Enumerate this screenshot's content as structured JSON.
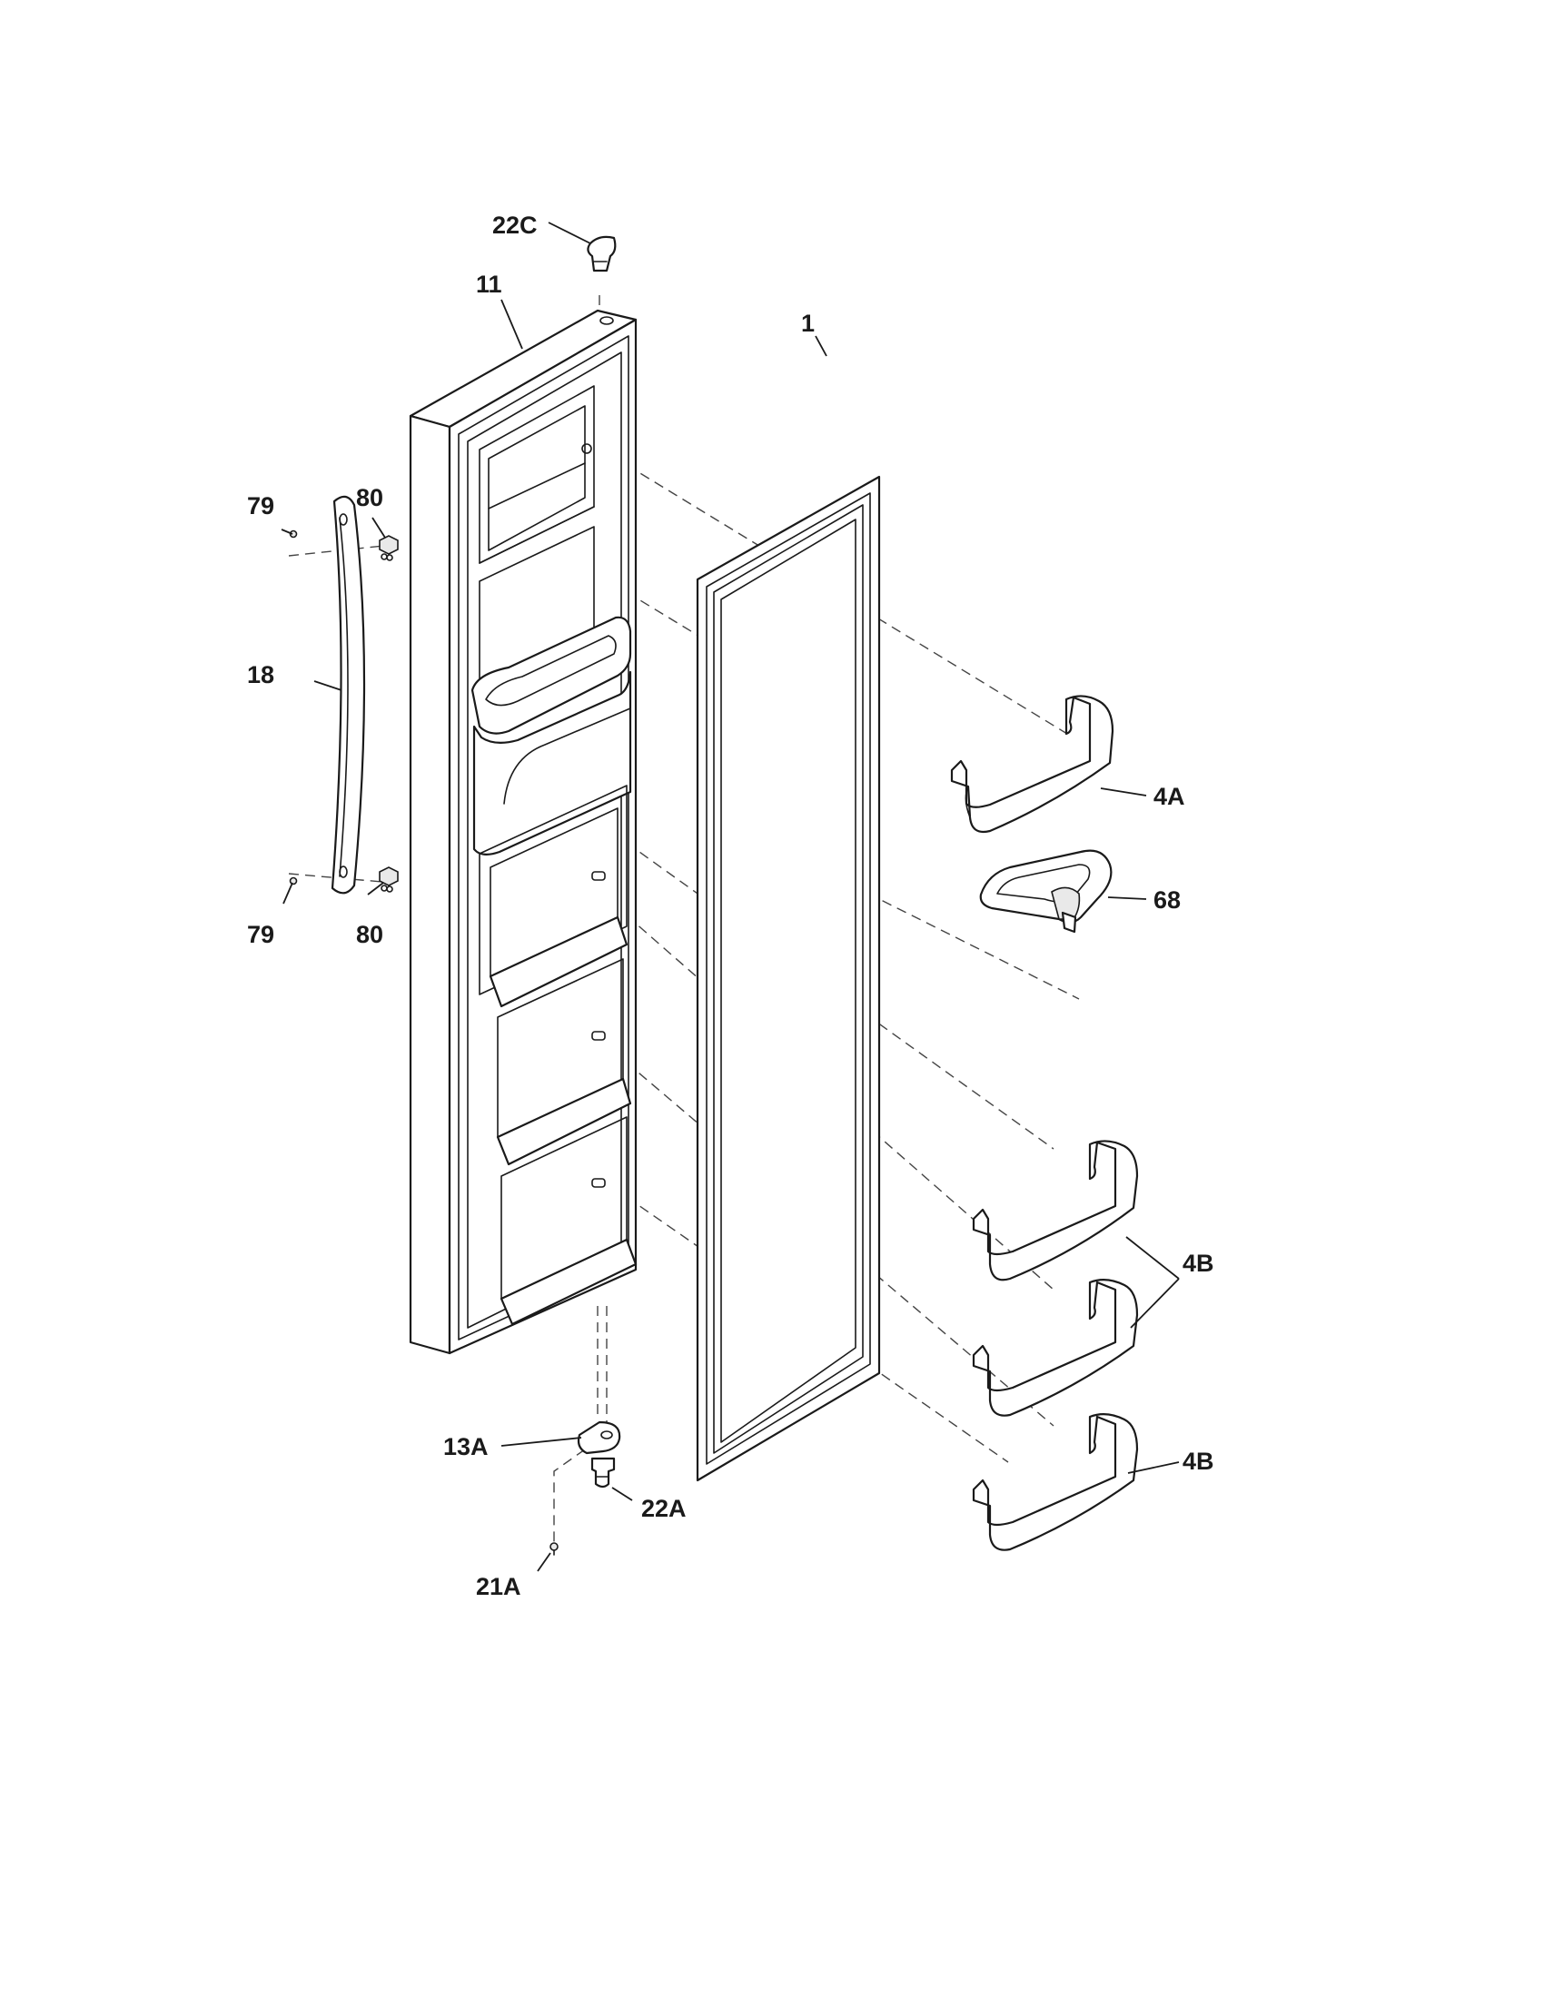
{
  "callouts": {
    "c22C": "22C",
    "c11": "11",
    "c1": "1",
    "c79_top": "79",
    "c80_top": "80",
    "c18": "18",
    "c79_bottom": "79",
    "c80_bottom": "80",
    "c4A": "4A",
    "c68": "68",
    "c4B_pair": "4B",
    "c4B_single": "4B",
    "c13A": "13A",
    "c22A": "22A",
    "c21A": "21A"
  }
}
